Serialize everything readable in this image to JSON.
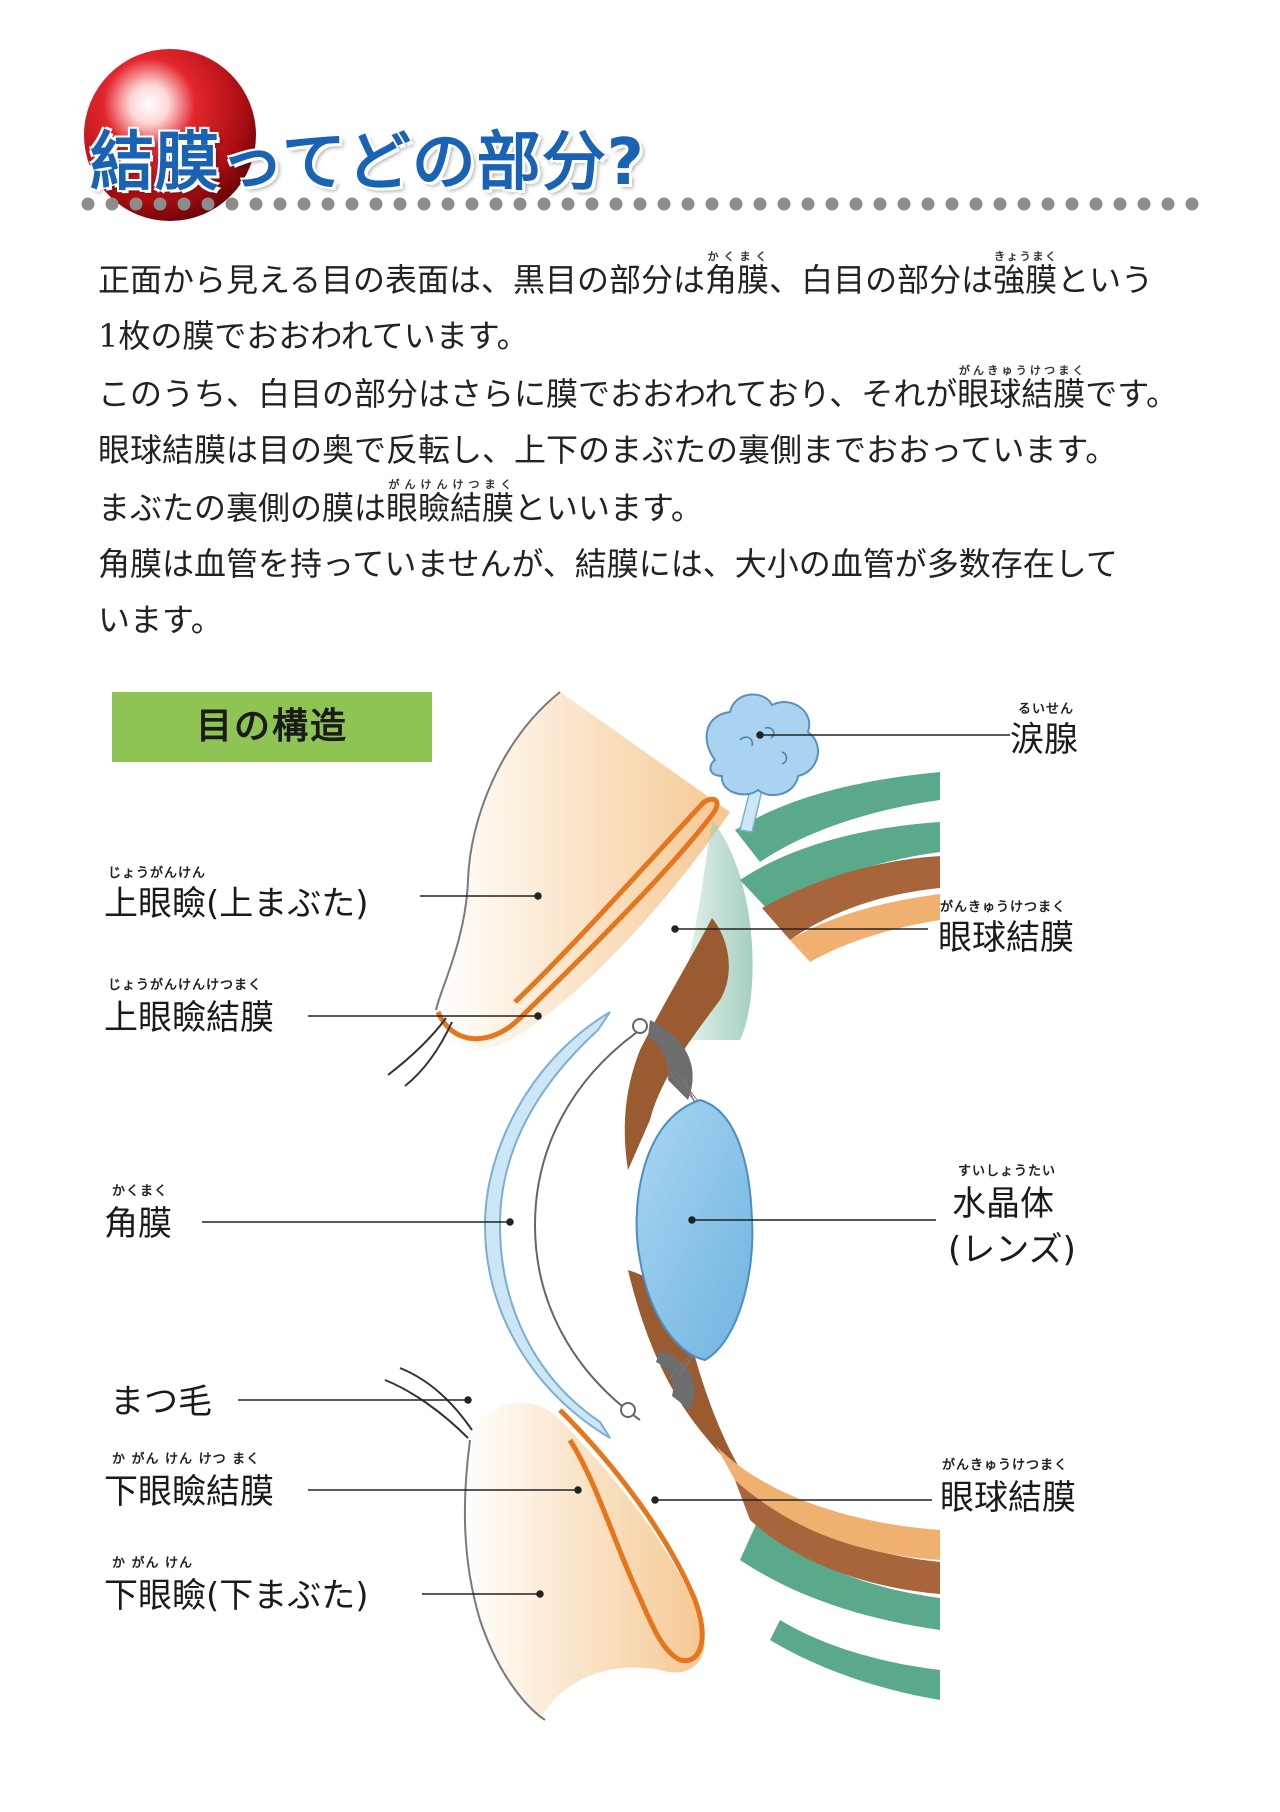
{
  "title": "結膜ってどの部分?",
  "intro": {
    "line1_pre": "正面から見える目の表面は、黒目の部分は",
    "line1_t1": "角膜",
    "line1_r1": "かくまく",
    "line1_mid": "、白目の部分は",
    "line1_t2": "強膜",
    "line1_r2": "きょうまく",
    "line1_post": "という",
    "line2": "1枚の膜でおおわれています。",
    "line3_pre": "このうち、白目の部分はさらに膜でおおわれており、それが",
    "line3_t": "眼球結膜",
    "line3_r": "がんきゅうけつまく",
    "line3_post": "です。",
    "line4": "眼球結膜は目の奥で反転し、上下のまぶたの裏側までおおっています。",
    "line5_pre": "まぶたの裏側の膜は",
    "line5_t": "眼瞼結膜",
    "line5_r": "がんけんけつまく",
    "line5_post": "といいます。",
    "line6": "角膜は血管を持っていませんが、結膜には、大小の血管が多数存在して",
    "line7": "います。"
  },
  "diagram": {
    "section_label": "目の構造",
    "labels": {
      "tear_gland": {
        "text": "涙腺",
        "ruby": "るいせん"
      },
      "upper_eyelid": {
        "text": "上眼瞼(上まぶた)",
        "ruby": "じょうがんけん"
      },
      "bulbar_conj_upper": {
        "text": "眼球結膜",
        "ruby": "がんきゅうけつまく"
      },
      "upper_palp_conj": {
        "text": "上眼瞼結膜",
        "ruby": "じょうがんけんけつまく"
      },
      "lens_line1": "水晶体",
      "lens_line2": "(レンズ)",
      "lens_ruby": "すいしょうたい",
      "cornea": {
        "text": "角膜",
        "ruby": "かくまく"
      },
      "eyelash": {
        "text": "まつ毛"
      },
      "bulbar_conj_lower": {
        "text": "眼球結膜",
        "ruby": "がんきゅうけつまく"
      },
      "lower_palp_conj": {
        "text": "下眼瞼結膜",
        "ruby": "か がん けん けつ まく"
      },
      "lower_eyelid": {
        "text": "下眼瞼(下まぶた)",
        "ruby": "か がん けん"
      }
    }
  },
  "colors": {
    "title_blue": "#1a63b4",
    "ball_red": "#d0141c",
    "section_green": "#8dc454",
    "skin": "#f7cf9c",
    "conjunctiva_orange": "#e6761e",
    "sclera_green": "#5aa98a",
    "uvea_brown": "#a8643a",
    "lens_blue": "#8ec7ea",
    "cornea_blue": "#cde6f5"
  }
}
